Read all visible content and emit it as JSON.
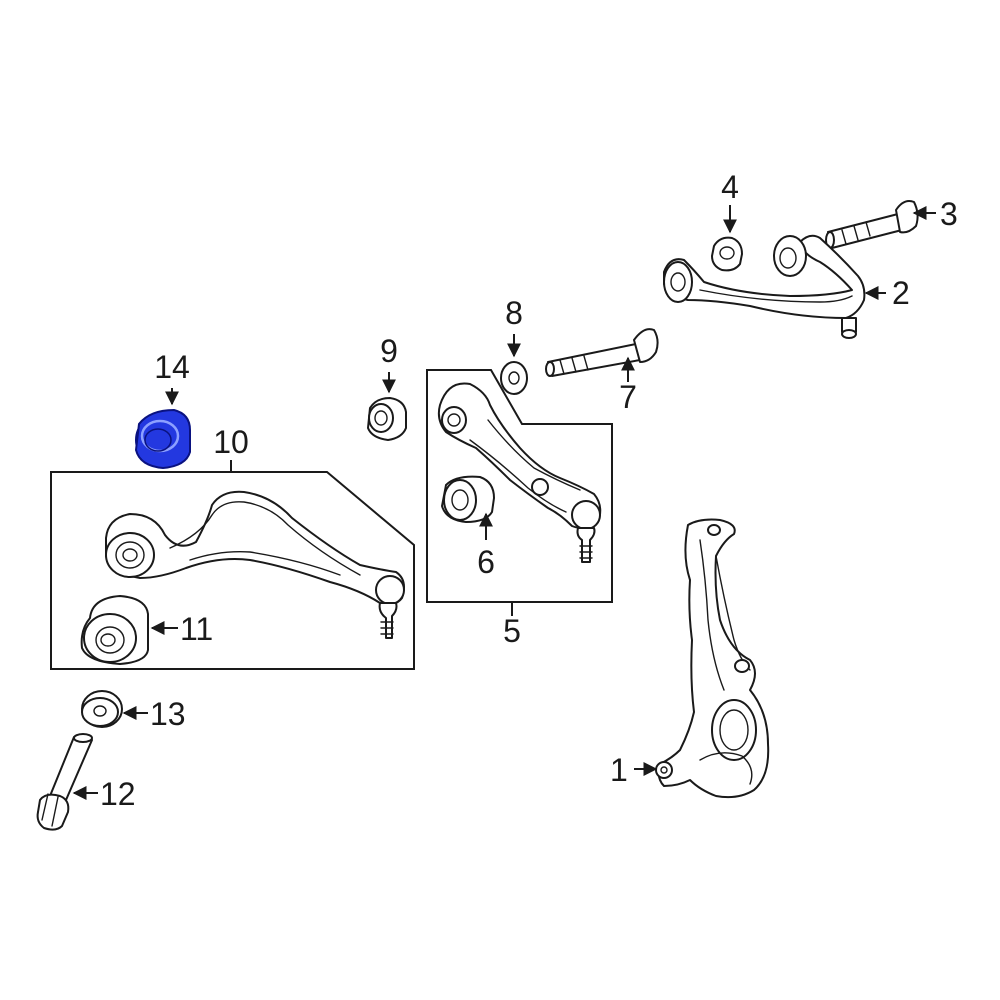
{
  "callouts": {
    "c1": "1",
    "c2": "2",
    "c3": "3",
    "c4": "4",
    "c5": "5",
    "c6": "6",
    "c7": "7",
    "c8": "8",
    "c9": "9",
    "c10": "10",
    "c11": "11",
    "c12": "12",
    "c13": "13",
    "c14": "14"
  },
  "colors": {
    "line": "#1a1a1a",
    "highlight_fill": "#1c2fd6",
    "highlight_stroke": "#0a1280",
    "background": "#ffffff"
  },
  "highlighted_part": "14"
}
